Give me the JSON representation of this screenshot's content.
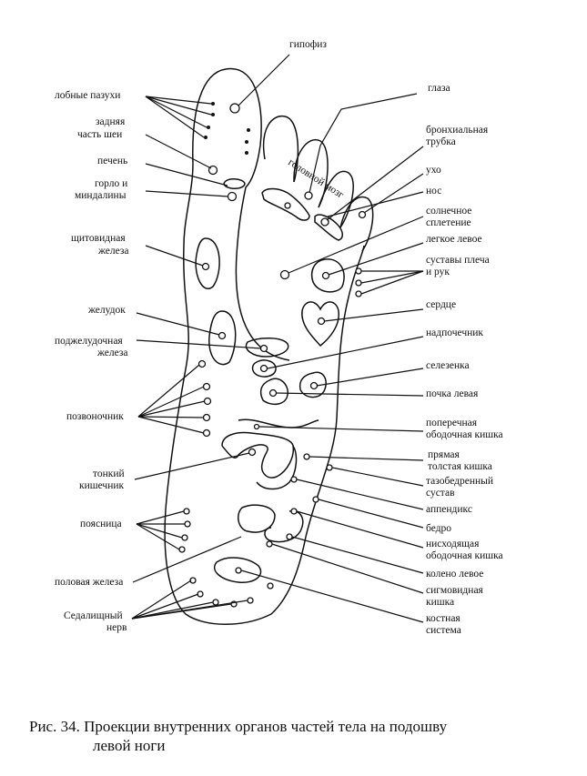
{
  "labels": {
    "gipofiz": "гипофиз",
    "glaza": "глаза",
    "lobnye": "лобные пазухи",
    "zadnyaya_1": "задняя",
    "zadnyaya_2": "часть шеи",
    "bronh_1": "бронхиальная",
    "bronh_2": "трубка",
    "pechen": "печень",
    "uho": "ухо",
    "gorlo_1": "горло и",
    "gorlo_2": "миндалины",
    "nos": "нос",
    "golovnoy": "головной мозг",
    "solnech_1": "солнечное",
    "solnech_2": "сплетение",
    "shchit_1": "щитовидная",
    "shchit_2": "железа",
    "legkoe": "легкое левое",
    "sustavy_1": "суставы плеча",
    "sustavy_2": "и рук",
    "zheludok": "желудок",
    "serdce": "сердце",
    "podzhel_1": "поджелудочная",
    "podzhel_2": "железа",
    "nadpoch": "надпочечник",
    "selez": "селезенка",
    "pozvon": "позвоночник",
    "pochka": "почка левая",
    "poperech_1": "поперечная",
    "poperech_2": "ободочная кишка",
    "tonkiy_1": "тонкий",
    "tonkiy_2": "кишечник",
    "pryamaya_1": "прямая",
    "pryamaya_2": "толстая кишка",
    "tazob_1": "тазобедренный",
    "tazob_2": "сустав",
    "appendiks": "аппендикс",
    "poyasnica": "поясница",
    "bedro": "бедро",
    "nishod_1": "нисходящая",
    "nishod_2": "ободочная кишка",
    "polovaya": "половая железа",
    "koleno": "колено левое",
    "sigmo_1": "сигмовидная",
    "sigmo_2": "кишка",
    "sedal_1": "Седалищный",
    "sedal_2": "нерв",
    "kostnaya_1": "костная",
    "kostnaya_2": "система"
  },
  "caption": {
    "line1": "Рис. 34. Проекции внутренних органов частей тела на подошву",
    "line2": "левой ноги"
  }
}
